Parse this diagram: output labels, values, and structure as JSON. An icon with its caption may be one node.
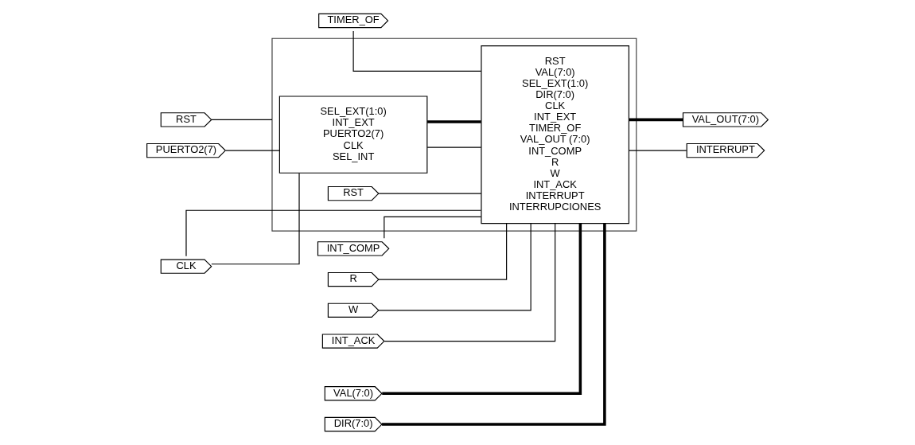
{
  "diagram": {
    "nodes": [
      {
        "text": [],
        "shape": "box"
      },
      {
        "text": [
          "RST"
        ]
      },
      {
        "text": [
          "PUERTO2(7)"
        ]
      },
      {
        "text": [
          "SEL_EXT(1:0)",
          "INT_EXT",
          "PUERTO2(7)",
          "CLK",
          "SEL_INT"
        ],
        "in": 0
      },
      {
        "text": [
          "RST"
        ],
        "in": 0
      },
      {
        "text": [
          "RST",
          "VAL(7:0)",
          "SEL_EXT(1:0)",
          "DIR(7:0)",
          "CLK",
          "INT_EXT",
          "TIMER_OF",
          "VAL_OUT (7:0)",
          "INT_COMP",
          "R",
          "W",
          "INT_ACK",
          "INTERRUPT",
          "INTERRUPCIONES"
        ],
        "in": 0
      },
      {
        "text": [
          "TIMER_OF"
        ]
      },
      {
        "text": [
          "INT_COMP"
        ]
      },
      {
        "text": [
          "R"
        ]
      },
      {
        "text": [
          "W"
        ]
      },
      {
        "text": [
          "INT_ACK"
        ]
      },
      {
        "text": [
          "CLK"
        ]
      },
      {
        "text": [
          "VAL(7:0)"
        ]
      },
      {
        "text": [
          "DIR(7:0)"
        ]
      },
      {
        "text": [
          "VAL_OUT(7:0)"
        ]
      },
      {
        "text": [
          "INTERRUPT"
        ]
      }
    ],
    "edges": [
      {
        "from": 1,
        "to": 0,
        "arrow": "none"
      },
      {
        "from": 2,
        "to": 3,
        "arrow": "none"
      },
      {
        "from": 3,
        "to": 5,
        "arrow": "none"
      },
      {
        "from": 5,
        "to": 3,
        "arrow": "none",
        "style": "thick"
      },
      {
        "from": 4,
        "to": 5,
        "arrow": "none"
      },
      {
        "from": 6,
        "to": 5,
        "arrow": "none"
      },
      {
        "from": 7,
        "to": 5,
        "arrow": "none"
      },
      {
        "from": 8,
        "to": 5,
        "arrow": "none"
      },
      {
        "from": 9,
        "to": 5,
        "arrow": "none"
      },
      {
        "from": 10,
        "to": 5,
        "arrow": "none"
      },
      {
        "from": 11,
        "to": 3,
        "arrow": "none"
      },
      {
        "from": 11,
        "to": 5,
        "arrow": "none"
      },
      {
        "from": 12,
        "to": 5,
        "arrow": "none",
        "style": "thick"
      },
      {
        "from": 13,
        "to": 5,
        "arrow": "none",
        "style": "thick"
      },
      {
        "from": 5,
        "to": 14,
        "arrow": "none",
        "style": "thick"
      },
      {
        "from": 5,
        "to": 15,
        "arrow": "none"
      }
    ]
  }
}
